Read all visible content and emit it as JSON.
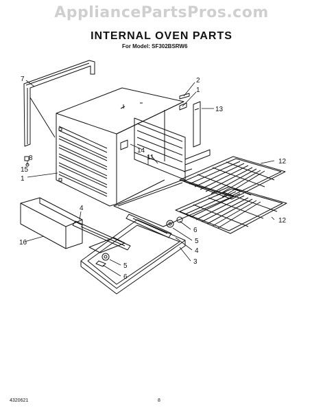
{
  "watermark": "AppliancePartsPros.com",
  "header": {
    "title": "INTERNAL OVEN PARTS",
    "subtitle": "For Model: SF302BSRW6"
  },
  "callouts": {
    "c1a": "1",
    "c1b": "1",
    "c2": "2",
    "c3": "3",
    "c4a": "4",
    "c4b": "4",
    "c5a": "5",
    "c5b": "5",
    "c6a": "6",
    "c6b": "6",
    "c7": "7",
    "c8": "8",
    "c11": "11",
    "c12a": "12",
    "c12b": "12",
    "c13": "13",
    "c14": "14",
    "c15": "15",
    "c16": "16"
  },
  "footer": {
    "code": "4320621",
    "page": "8"
  },
  "colors": {
    "ink": "#111111",
    "watermark": "#cfcfcf",
    "background": "#ffffff"
  }
}
